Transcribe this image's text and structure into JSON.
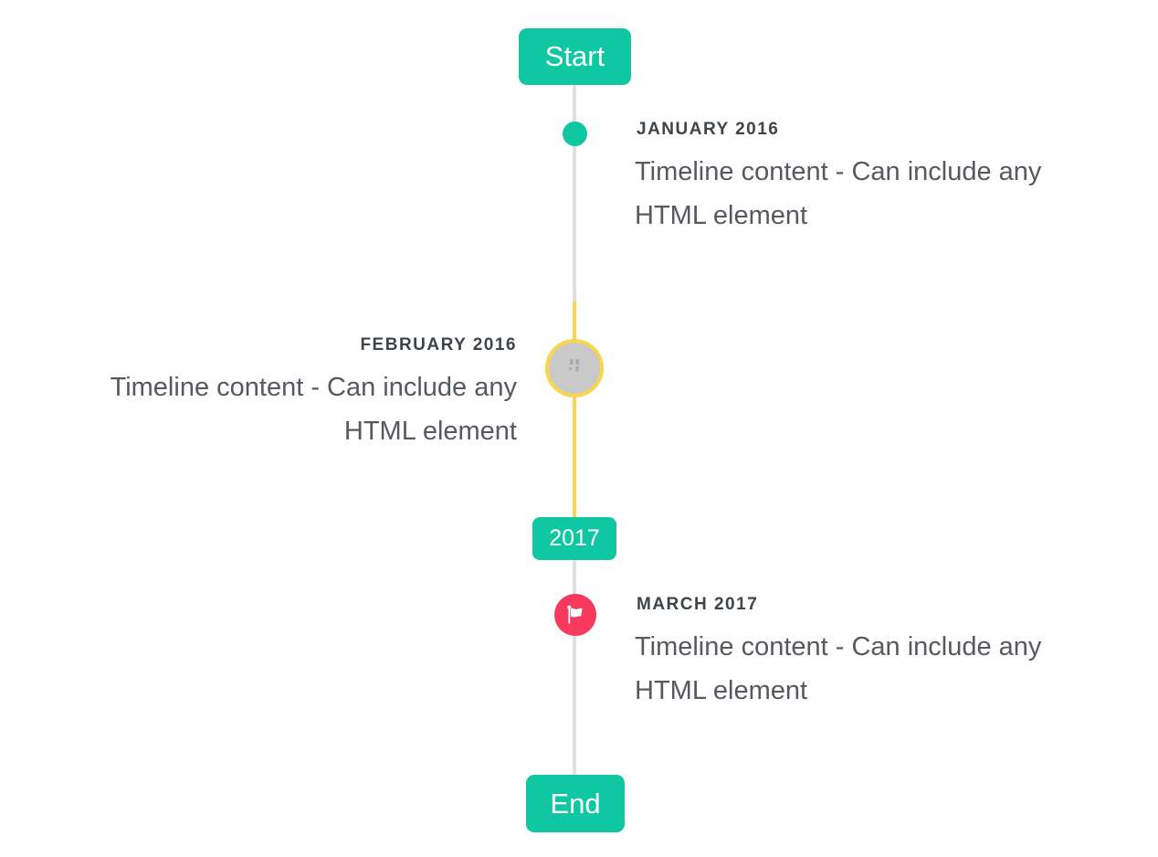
{
  "colors": {
    "teal": "#0FC7A2",
    "yellow": "#F9D64E",
    "red": "#F7395E",
    "line_gray": "#E0E0E0",
    "circle_gray": "#C9C9C9",
    "icon_gray": "#A9A9A9",
    "title_text": "#3F4448",
    "content_text": "#56595E",
    "badge_text": "#FFFFFF",
    "page_bg": "#FFFFFF"
  },
  "timeline": {
    "start_label": "Start",
    "end_label": "End",
    "year_badge_label": "2017",
    "items": [
      {
        "title": "JANUARY 2016",
        "content": "Timeline content - Can include any HTML element",
        "side": "right",
        "marker": "teal-dot"
      },
      {
        "title": "FEBRUARY 2016",
        "content": "Timeline content - Can include any HTML element",
        "side": "left",
        "marker": "gray-circle-yellow-ring-image"
      },
      {
        "title": "MARCH 2017",
        "content": "Timeline content - Can include any HTML element",
        "side": "right",
        "marker": "red-flag"
      }
    ]
  }
}
